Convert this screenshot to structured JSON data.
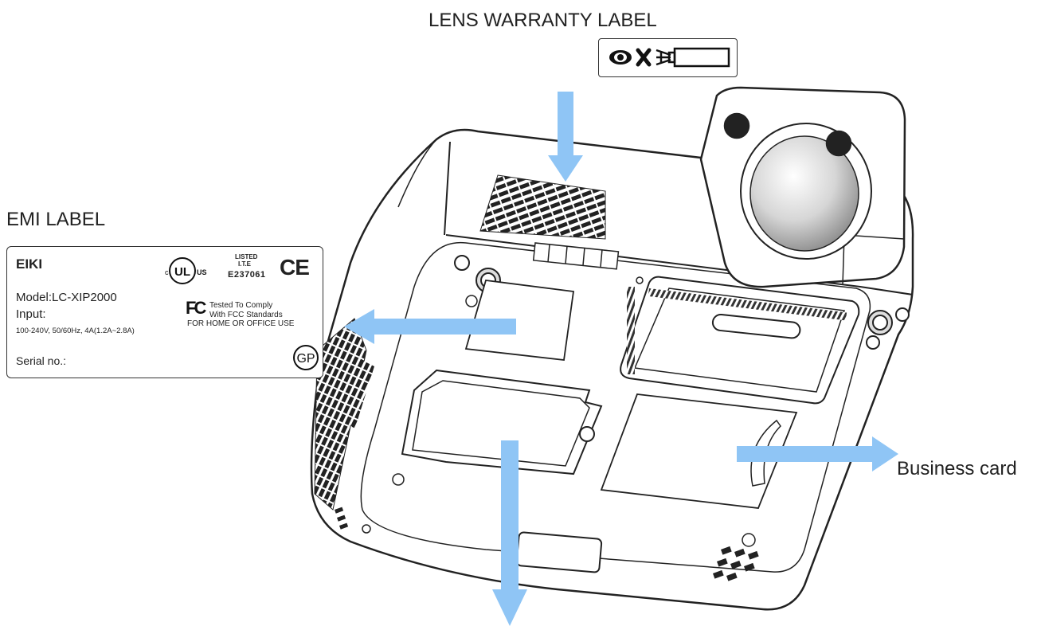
{
  "captions": {
    "lens_warranty": "LENS WARRANTY LABEL",
    "emi": "EMI LABEL",
    "business_card": "Business card"
  },
  "emi_label": {
    "brand": "EIKI",
    "model": "Model:LC-XIP2000",
    "input_label": "Input:",
    "rating": "100-240V, 50/60Hz, 4A(1.2A~2.8A)",
    "serial": "Serial no.:",
    "listing_line1": "LISTED",
    "listing_line2": "I.T.E",
    "listing_number": "E237061",
    "ul_text": "UL",
    "ul_left": "c",
    "ul_right": "US",
    "ce_text": "CE",
    "fc_text": "FC",
    "fcc_line1": "Tested To Comply",
    "fcc_line2": "With FCC Standards",
    "fcc_line3": "FOR HOME OR OFFICE USE",
    "gp_text": "GP"
  },
  "warranty_label_icons": [
    "eye-icon",
    "cross-icon",
    "projector-beam-icon"
  ],
  "colors": {
    "arrow": "#8fc5f5",
    "line": "#222222"
  }
}
